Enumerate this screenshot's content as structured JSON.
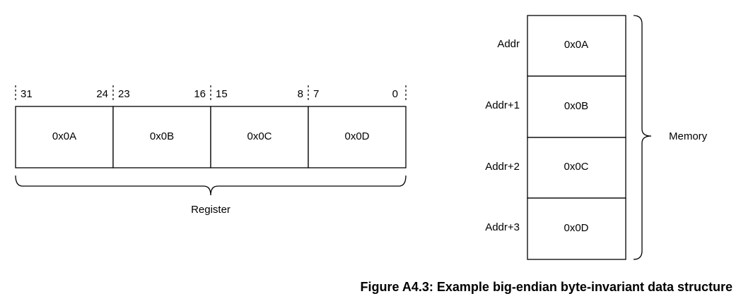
{
  "register": {
    "label": "Register",
    "bytes": [
      {
        "value": "0x0A",
        "msb": "31",
        "lsb": "24"
      },
      {
        "value": "0x0B",
        "msb": "23",
        "lsb": "16"
      },
      {
        "value": "0x0C",
        "msb": "15",
        "lsb": "8"
      },
      {
        "value": "0x0D",
        "msb": "7",
        "lsb": "0"
      }
    ]
  },
  "memory": {
    "label": "Memory",
    "rows": [
      {
        "address": "Addr",
        "value": "0x0A"
      },
      {
        "address": "Addr+1",
        "value": "0x0B"
      },
      {
        "address": "Addr+2",
        "value": "0x0C"
      },
      {
        "address": "Addr+3",
        "value": "0x0D"
      }
    ]
  },
  "caption": "Figure A4.3: Example big-endian byte-invariant data structure"
}
